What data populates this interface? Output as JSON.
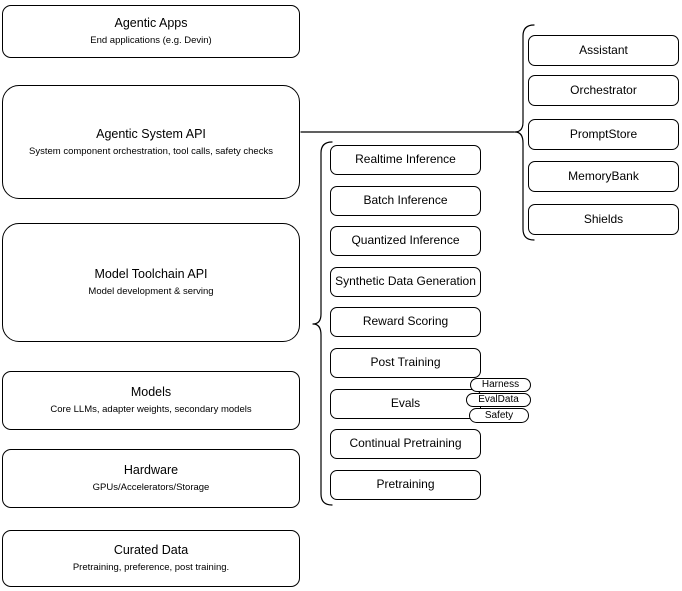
{
  "diagram": {
    "stack": [
      {
        "title": "Agentic Apps",
        "subtitle": "End applications (e.g. Devin)"
      },
      {
        "title": "Agentic System API",
        "subtitle": "System component orchestration, tool calls, safety checks"
      },
      {
        "title": "Model Toolchain API",
        "subtitle": "Model development & serving"
      },
      {
        "title": "Models",
        "subtitle": "Core LLMs, adapter weights, secondary models"
      },
      {
        "title": "Hardware",
        "subtitle": "GPUs/Accelerators/Storage"
      },
      {
        "title": "Curated Data",
        "subtitle": "Pretraining, preference, post training."
      }
    ],
    "toolchain_components": [
      "Realtime Inference",
      "Batch Inference",
      "Quantized Inference",
      "Synthetic Data Generation",
      "Reward Scoring",
      "Post Training",
      "Evals",
      "Continual Pretraining",
      "Pretraining"
    ],
    "evals_tags": [
      "Harness",
      "EvalData",
      "Safety"
    ],
    "system_components": [
      "Assistant",
      "Orchestrator",
      "PromptStore",
      "MemoryBank",
      "Shields"
    ],
    "colors": {
      "stroke": "#000000",
      "background": "#ffffff",
      "text": "#000000"
    }
  }
}
